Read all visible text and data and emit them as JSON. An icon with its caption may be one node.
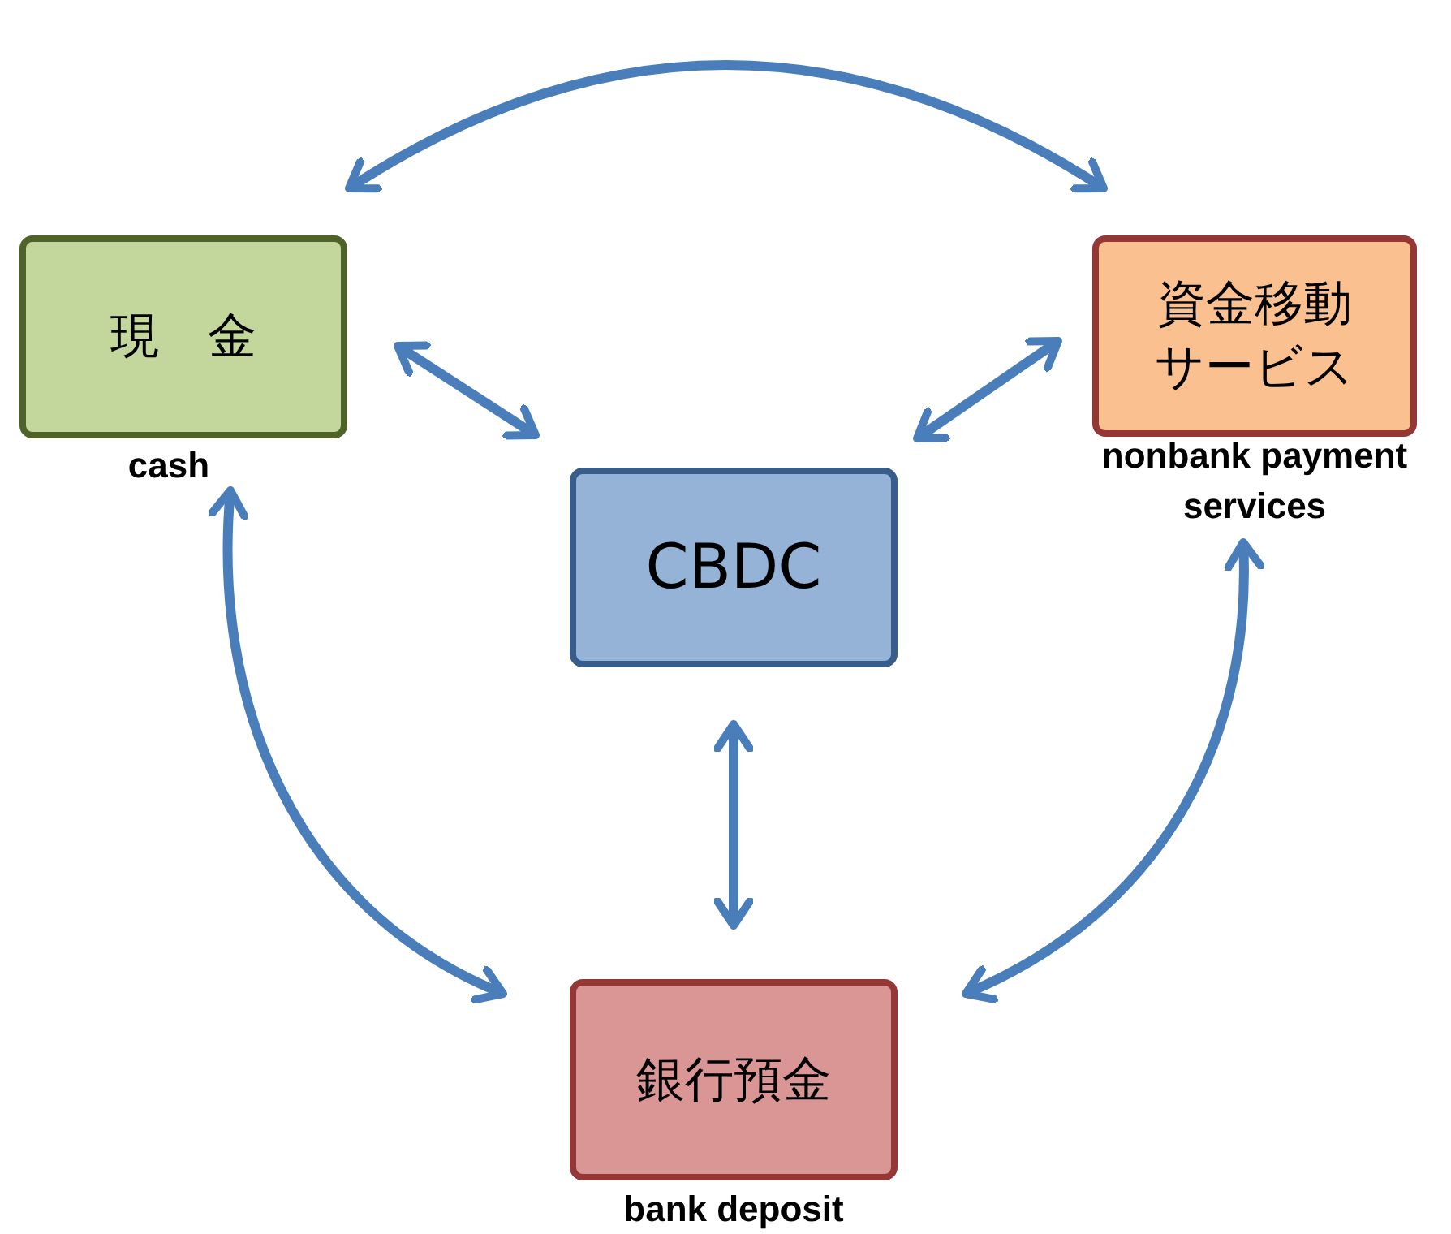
{
  "diagram": {
    "nodes": [
      {
        "text": [
          "現　金"
        ],
        "beside": [
          "cash"
        ]
      },
      {
        "text": [
          "資金移動サービス"
        ],
        "beside": [
          "nonbank payment services"
        ]
      },
      {
        "text": [
          "CBDC"
        ]
      },
      {
        "text": [
          "銀行預金"
        ],
        "beside": [
          "bank deposit"
        ]
      }
    ],
    "edges": [
      {
        "from": 0,
        "to": 1,
        "arrow": "both"
      },
      {
        "from": 0,
        "to": 2,
        "arrow": "both"
      },
      {
        "from": 1,
        "to": 2,
        "arrow": "both"
      },
      {
        "from": 2,
        "to": 3,
        "arrow": "both"
      },
      {
        "from": 0,
        "to": 3,
        "arrow": "both"
      },
      {
        "from": 1,
        "to": 3,
        "arrow": "both"
      }
    ]
  }
}
